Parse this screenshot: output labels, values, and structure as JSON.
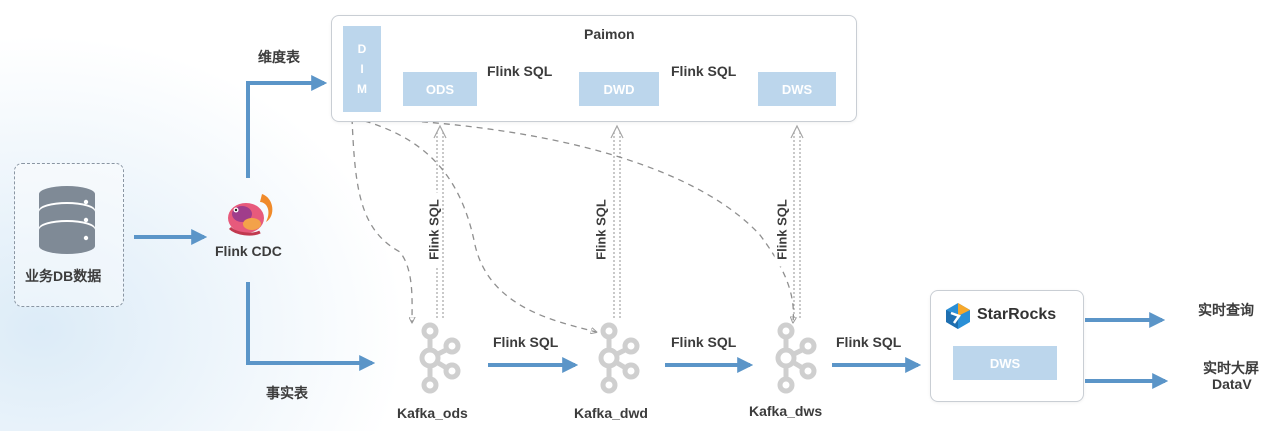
{
  "source": {
    "label": "业务DB数据",
    "icon": "database-icon"
  },
  "flink_cdc": {
    "label": "Flink CDC",
    "icon": "flink-squirrel-icon"
  },
  "branches": {
    "dimension_label": "维度表",
    "fact_label": "事实表"
  },
  "paimon": {
    "title": "Paimon",
    "dim_letters": [
      "D",
      "I",
      "M"
    ],
    "layers": [
      "ODS",
      "DWD",
      "DWS"
    ],
    "transforms": [
      "Flink SQL",
      "Flink SQL"
    ]
  },
  "kafka": {
    "nodes": [
      "Kafka_ods",
      "Kafka_dwd",
      "Kafka_dws"
    ],
    "transforms": [
      "Flink SQL",
      "Flink SQL",
      "Flink SQL"
    ],
    "vertical_labels": [
      "Flink SQL",
      "Flink SQL",
      "Flink SQL"
    ]
  },
  "starrocks": {
    "brand": "StarRocks",
    "layer": "DWS",
    "icon": "starrocks-logo-icon"
  },
  "outputs": {
    "realtime_query": "实时查询",
    "dashboard_line1": "实时大屏",
    "dashboard_line2": "DataV"
  },
  "colors": {
    "arrow": "#5b95c8",
    "block": "#bcd6ec",
    "dashed": "#8f8f8f",
    "kafka_icon": "#cfcfcf"
  }
}
